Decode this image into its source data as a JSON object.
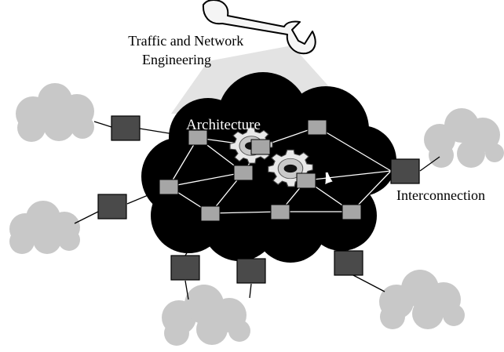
{
  "labels": {
    "engineering_line1": "Traffic and Network",
    "engineering_line2": "Engineering",
    "architecture": "Architecture",
    "interconnection": "Interconnection"
  },
  "icons": {
    "tool": "wrench-icon",
    "gears": "gear-icon"
  },
  "colors": {
    "core_network": "#000000",
    "external_network": "#c8c8c8",
    "border_router": "#4a4a4a",
    "core_router": "#a6a6a6",
    "beam": "#e3e3e3"
  }
}
